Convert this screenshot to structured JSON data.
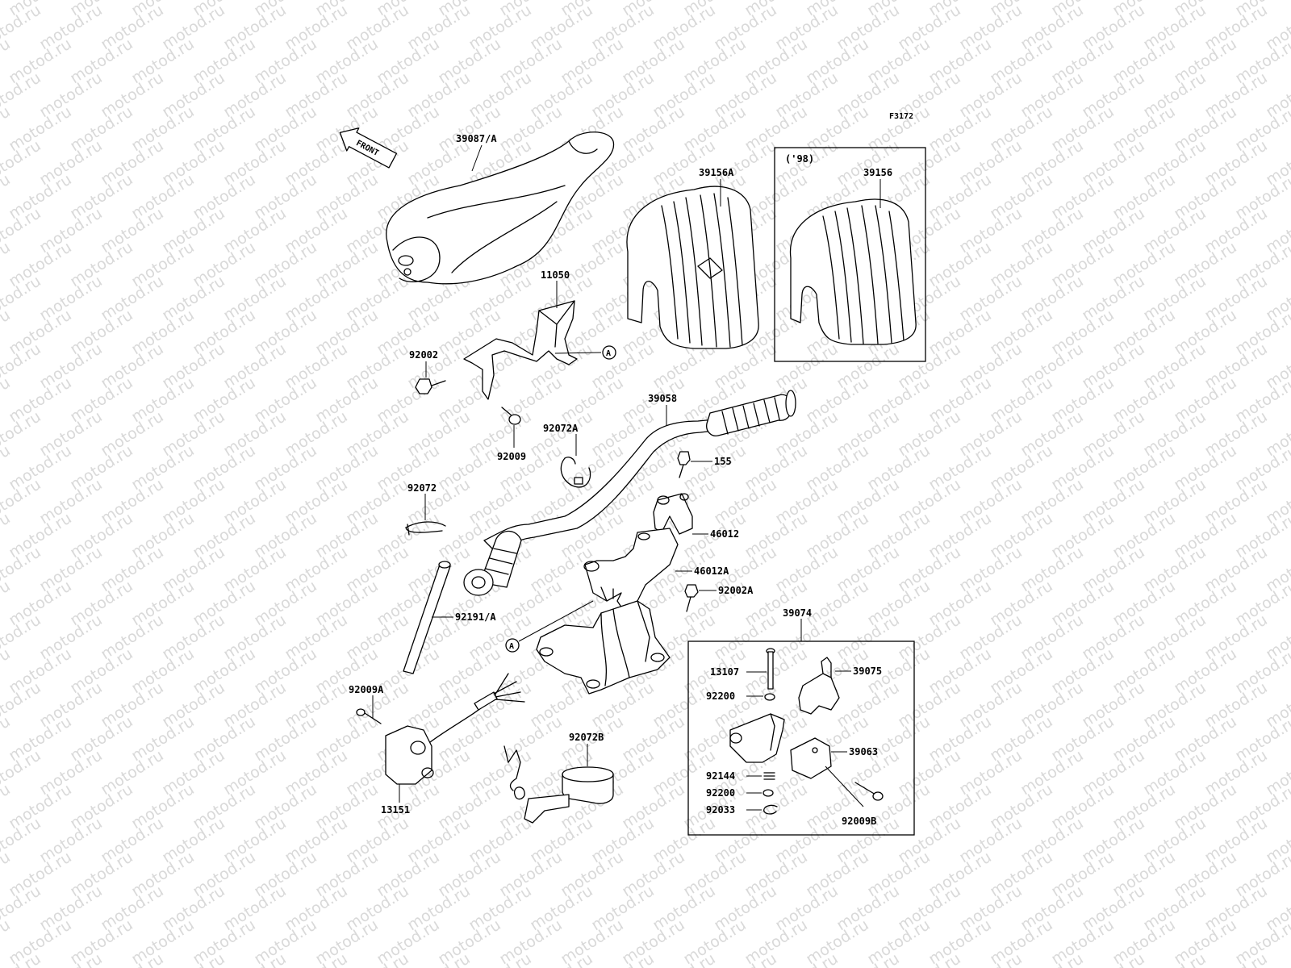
{
  "watermark": {
    "text": "motod.ru"
  },
  "figure_code": "F3172",
  "front_arrow": {
    "text": "FRONT"
  },
  "inset_98": {
    "title": "('98)"
  },
  "ref_marker": "A",
  "labels": {
    "p39087A": "39087/A",
    "p39156A": "39156A",
    "p39156": "39156",
    "p11050": "11050",
    "p92002": "92002",
    "p92009": "92009",
    "p92072A": "92072A",
    "p39058": "39058",
    "p155": "155",
    "p92072": "92072",
    "p46012": "46012",
    "p46012A": "46012A",
    "p92002A": "92002A",
    "p92191A": "92191/A",
    "p39074": "39074",
    "p13107": "13107",
    "p39075": "39075",
    "p92200a": "92200",
    "p92009A": "92009A",
    "p92072B": "92072B",
    "p39063": "39063",
    "p92144": "92144",
    "p92200b": "92200",
    "p92033": "92033",
    "p92009B": "92009B",
    "p13151": "13151"
  }
}
